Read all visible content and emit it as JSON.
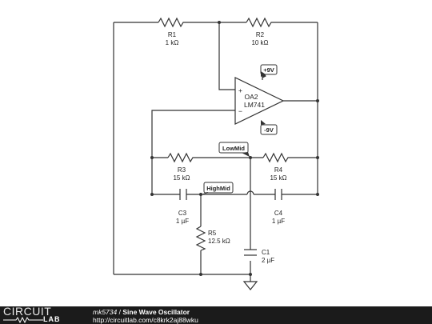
{
  "components": {
    "r1": {
      "name": "R1",
      "value": "1 kΩ"
    },
    "r2": {
      "name": "R2",
      "value": "10 kΩ"
    },
    "r3": {
      "name": "R3",
      "value": "15 kΩ"
    },
    "r4": {
      "name": "R4",
      "value": "15 kΩ"
    },
    "r5": {
      "name": "R5",
      "value": "12.5 kΩ"
    },
    "c1": {
      "name": "C1",
      "value": "2 µF"
    },
    "c3": {
      "name": "C3",
      "value": "1 µF"
    },
    "c4": {
      "name": "C4",
      "value": "1 µF"
    },
    "opamp": {
      "name": "OA2",
      "model": "LM741",
      "plus": "+",
      "minus": "−"
    },
    "supply_pos": "+9V",
    "supply_neg": "-9V"
  },
  "net_labels": {
    "lowmid": "LowMid",
    "highmid": "HighMid"
  },
  "footer": {
    "logo_top": "CIRCUIT",
    "logo_bottom": "LAB",
    "user": "mk5734",
    "separator": " / ",
    "title": "Sine Wave Oscillator",
    "url": "http://circuitlab.com/c8krk2aj88wku"
  }
}
